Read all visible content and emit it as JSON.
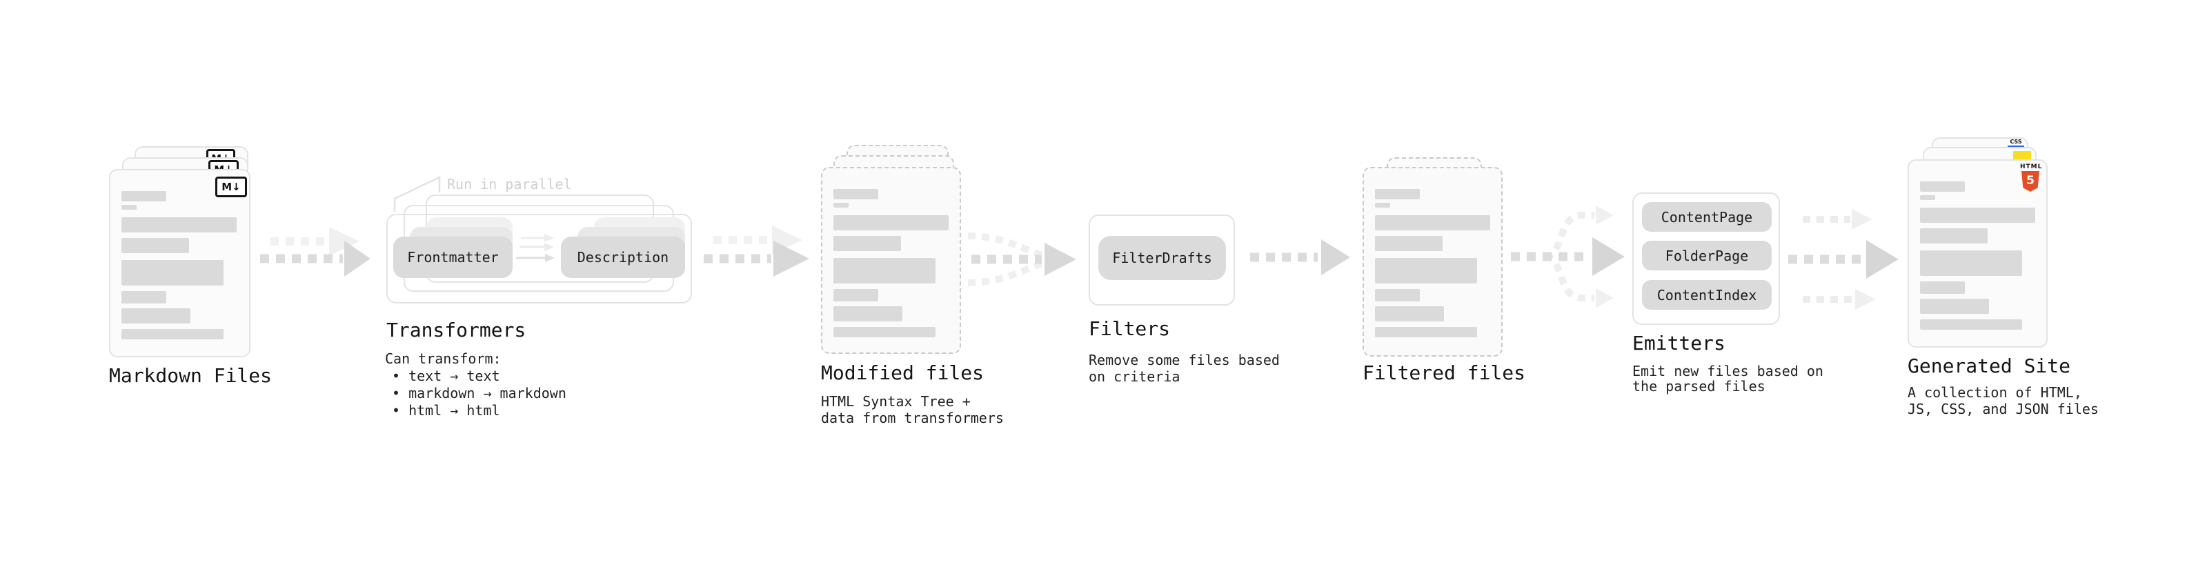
{
  "diagram": {
    "stages": {
      "markdown_files": {
        "label": "Markdown Files",
        "badge": "M↓"
      },
      "transformers": {
        "title": "Transformers",
        "callout": "Run in parallel",
        "pills": [
          "Frontmatter",
          "Description"
        ],
        "desc_heading": "Can transform:",
        "bullets": [
          "• text → text",
          "• markdown → markdown",
          "• html → html"
        ]
      },
      "modified_files": {
        "label": "Modified files",
        "desc": [
          "HTML Syntax Tree +",
          "data from transformers"
        ]
      },
      "filters": {
        "title": "Filters",
        "pill": "FilterDrafts",
        "desc": [
          "Remove some files based",
          "on criteria"
        ]
      },
      "filtered_files": {
        "label": "Filtered files"
      },
      "emitters": {
        "title": "Emitters",
        "pills": [
          "ContentPage",
          "FolderPage",
          "ContentIndex"
        ],
        "desc": [
          "Emit new files based on",
          "the parsed files"
        ]
      },
      "generated_site": {
        "label": "Generated Site",
        "desc": [
          "A collection of HTML,",
          "JS, CSS, and JSON files"
        ],
        "badge_css": "CSS",
        "badge_html": "HTML",
        "badge_html5_number": "5"
      }
    },
    "colors": {
      "html5_orange": "#e44d26",
      "js_yellow": "#f7df1e",
      "css_blue": "#2965f1",
      "arrow_gray": "#d9d9d9",
      "ghost_gray": "#f0f0f0",
      "text_dark": "#141414"
    }
  }
}
